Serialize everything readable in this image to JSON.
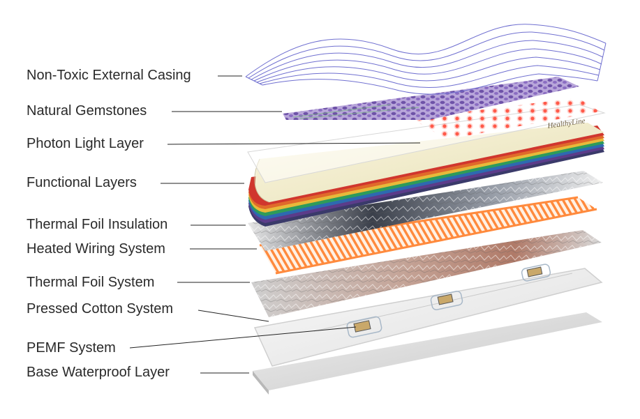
{
  "labels": {
    "casing": "Non-Toxic External Casing",
    "gemstones": "Natural Gemstones",
    "photon": "Photon Light Layer",
    "functional": "Functional Layers",
    "foil_insulation": "Thermal Foil Insulation",
    "wiring": "Heated Wiring System",
    "foil_system": "Thermal Foil System",
    "cotton": "Pressed Cotton System",
    "pemf": "PEMF System",
    "base": "Base Waterproof Layer"
  },
  "brand_mark": "HealthyLine",
  "colors": {
    "casing_line": "#6f6fd0",
    "gemstone": "#7b5fb4",
    "led": "#ff5a4a",
    "cream": "#efe9c8",
    "wire": "#ff8a3d",
    "copper": "#b68270",
    "base": "#d5d5d5"
  },
  "functional_layer_colors": [
    "#3a3a6a",
    "#5b3c8a",
    "#2d6ab0",
    "#2e9b5a",
    "#e8b93a",
    "#e06a2b",
    "#d0362e",
    "#8a2a6e"
  ]
}
